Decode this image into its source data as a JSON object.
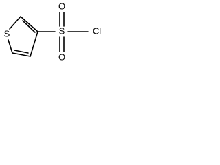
{
  "molecule": {
    "atoms": {
      "ring_sulfur": "S",
      "sulfonyl_sulfur": "S",
      "oxygen_top": "O",
      "oxygen_bottom": "O",
      "chlorine": "Cl"
    },
    "colors": {
      "bond": "#000000",
      "label": "#000000",
      "background": "#ffffff"
    }
  }
}
